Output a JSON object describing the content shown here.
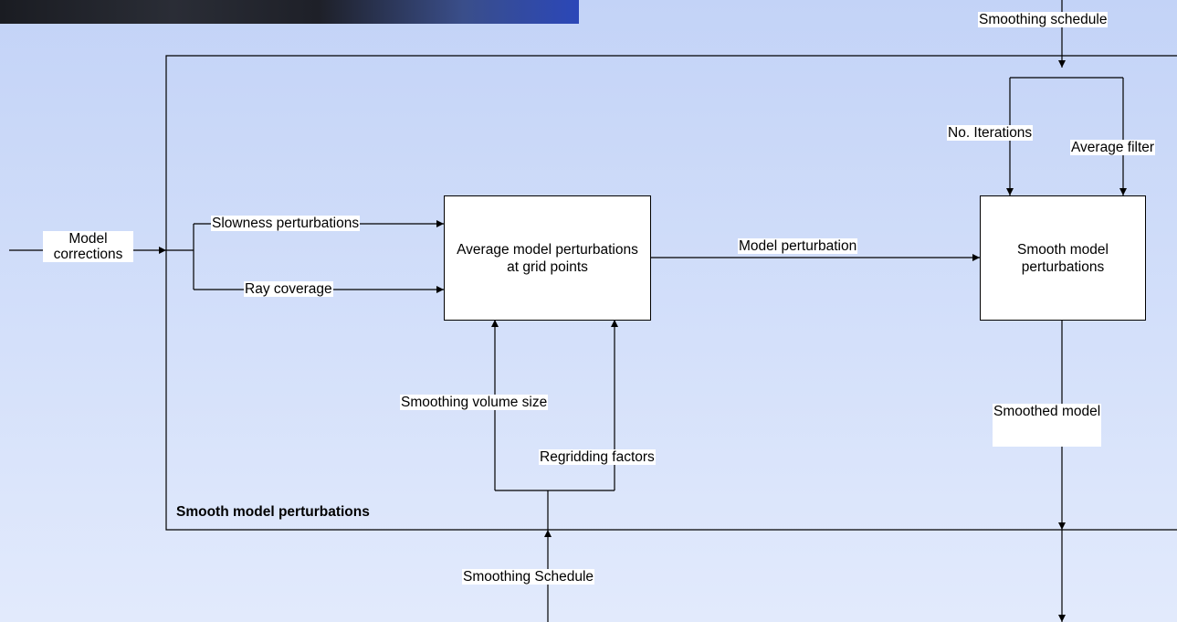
{
  "diagram": {
    "container_title": "Smooth model perturbations",
    "process_boxes": {
      "average": "Average model perturbations at grid points",
      "smooth": "Smooth model perturbations"
    },
    "labels": {
      "smoothing_schedule_top": "Smoothing schedule",
      "no_iterations": "No. Iterations",
      "average_filter": "Average filter",
      "model_corrections_line1": "Model",
      "model_corrections_line2": "corrections",
      "slowness_perturbations": "Slowness perturbations",
      "ray_coverage": "Ray coverage",
      "model_perturbation": "Model perturbation",
      "smoothing_volume_size": "Smoothing volume size",
      "regridding_factors": "Regridding factors",
      "smoothed_model": "Smoothed model",
      "smoothing_schedule_bottom": "Smoothing Schedule"
    },
    "colors": {
      "line": "#000000",
      "background_top": "#c3d3f7",
      "background_bottom": "#e2eafc",
      "label_background": "#ffffff"
    }
  }
}
